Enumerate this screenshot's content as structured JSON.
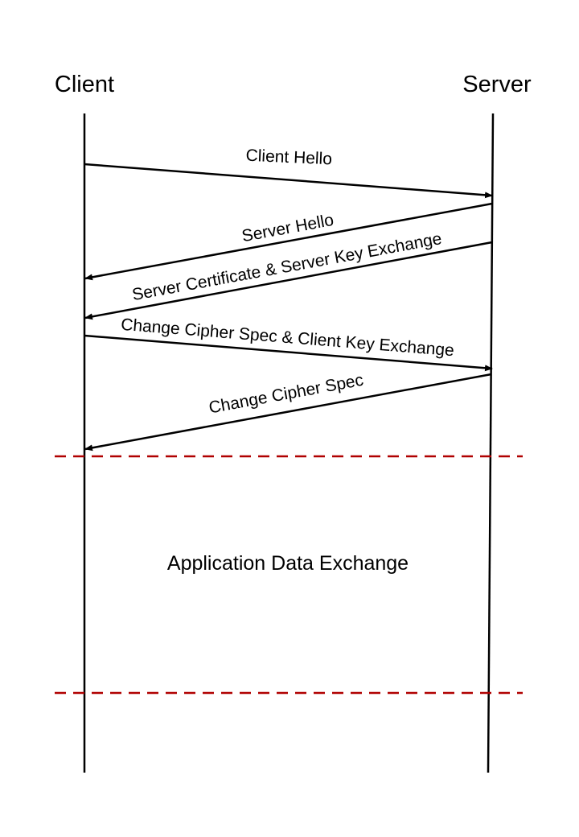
{
  "participants": {
    "client": "Client",
    "server": "Server"
  },
  "messages": [
    {
      "label": "Client Hello",
      "from": "client",
      "to": "server"
    },
    {
      "label": "Server Hello",
      "from": "server",
      "to": "client"
    },
    {
      "label": "Server Certificate & Server Key Exchange",
      "from": "server",
      "to": "client"
    },
    {
      "label": "Change Cipher Spec & Client Key Exchange",
      "from": "client",
      "to": "server"
    },
    {
      "label": "Change Cipher Spec",
      "from": "server",
      "to": "client"
    }
  ],
  "section": {
    "label": "Application Data Exchange"
  },
  "colors": {
    "separator": "#b00000",
    "line": "#000000"
  }
}
